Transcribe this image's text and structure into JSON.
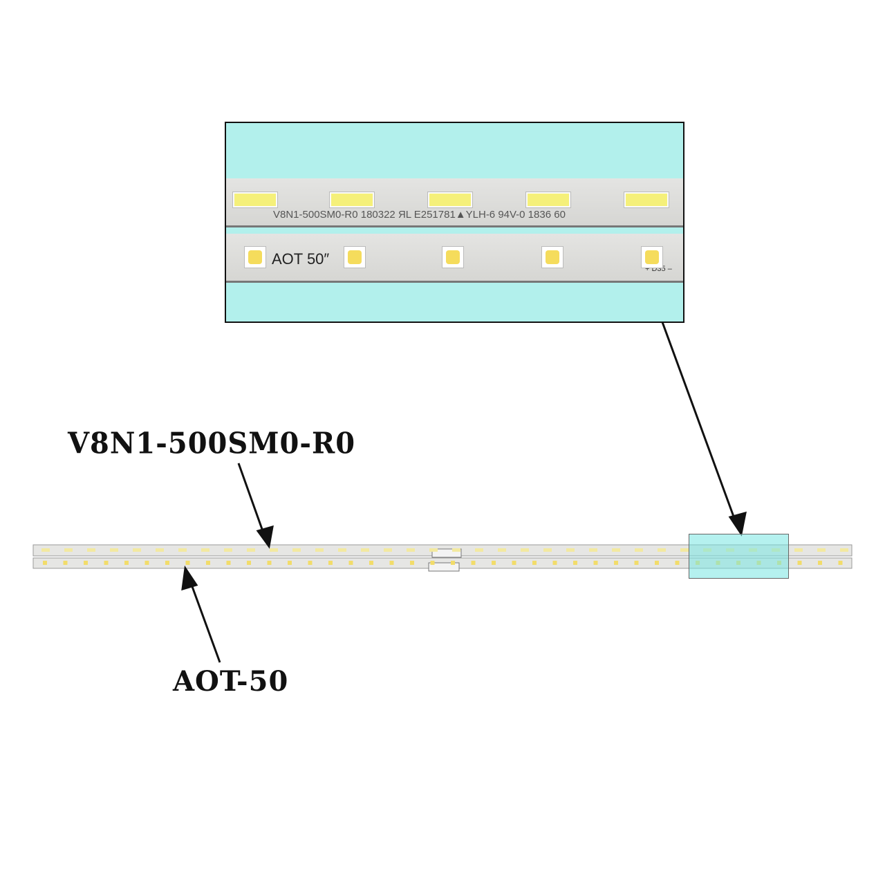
{
  "labels": {
    "top_part": "V8N1-500SM0-R0",
    "bottom_part": "AOT-50"
  },
  "inset": {
    "strip1_text": "V8N1-500SM0-R0 180322   ЯL E251781▲YLH-6 94V-0   1836 60",
    "strip2_text": "AOT 50″",
    "strip2_mark": "+ D35 –"
  },
  "colors": {
    "highlight": "#b2f0ec",
    "led_yellow": "#f5dc5c",
    "strip": "#e2e2e0"
  }
}
